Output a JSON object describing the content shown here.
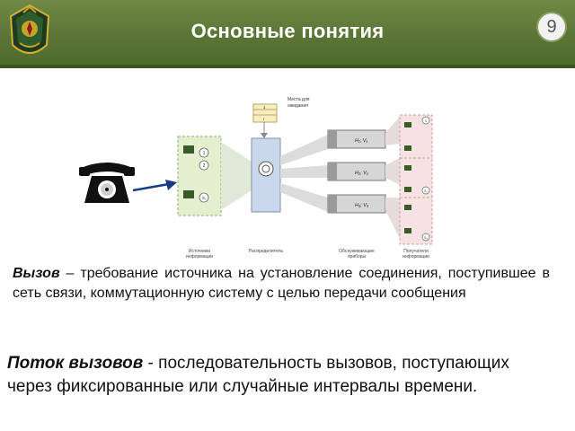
{
  "header": {
    "title": "Основные понятия",
    "page_number": "9"
  },
  "diagram": {
    "waiting_label": [
      "Места для",
      "ожидания"
    ],
    "source_label": [
      "Источники",
      "информации"
    ],
    "distributor_label": "Распределитель",
    "servers_label": [
      "Обслуживающие",
      "приборы"
    ],
    "receivers_label": [
      "Получатели",
      "информации"
    ],
    "source_nodes": [
      "1",
      "2",
      "S₁"
    ],
    "receiver_nodes": [
      "1",
      "S₂",
      "S₃"
    ],
    "waiting_slots": [
      "1",
      "r"
    ],
    "servers": [
      "H₁; V₁",
      "H₂; V₂",
      "H₃; V₃"
    ]
  },
  "definitions": {
    "call_term": "Вызов",
    "call_text": " – требование источника на установление соединения, поступившее в сеть связи, коммутационную систему с целью передачи сообщения",
    "flow_term": "Поток вызовов",
    "flow_text": " - последовательность вызовов, поступающих через фиксированные или случайные интервалы времени."
  }
}
